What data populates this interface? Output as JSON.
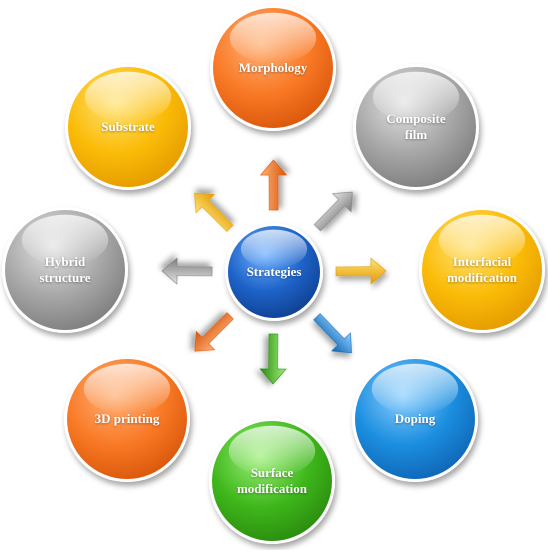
{
  "diagram": {
    "center": {
      "label": "Strategies",
      "color": "#1e63c8",
      "icon": "center-node"
    },
    "nodes": [
      {
        "id": "morphology",
        "label": "Morphology",
        "color": "orange",
        "arrow_color": "orange"
      },
      {
        "id": "composite-film",
        "label": "Composite\nfilm",
        "color": "gray",
        "arrow_color": "gray"
      },
      {
        "id": "interfacial-modification",
        "label": "Interfacial\nmodification",
        "color": "yellow",
        "arrow_color": "yellow"
      },
      {
        "id": "doping",
        "label": "Doping",
        "color": "blue",
        "arrow_color": "blue"
      },
      {
        "id": "surface-modification",
        "label": "Surface\nmodification",
        "color": "green",
        "arrow_color": "green"
      },
      {
        "id": "3d-printing",
        "label": "3D printing",
        "color": "orange",
        "arrow_color": "orange"
      },
      {
        "id": "hybrid-structure",
        "label": "Hybrid\nstructure",
        "color": "gray",
        "arrow_color": "gray"
      },
      {
        "id": "substrate",
        "label": "Substrate",
        "color": "yellow",
        "arrow_color": "yellow"
      }
    ],
    "palette": {
      "orange": {
        "light": "#ffb27a",
        "mid": "#f97a26",
        "dark": "#d9560a"
      },
      "gray": {
        "light": "#e4e4e4",
        "mid": "#a8a8a8",
        "dark": "#7d7d7d"
      },
      "yellow": {
        "light": "#ffe37a",
        "mid": "#fbbc08",
        "dark": "#e49a00"
      },
      "blue": {
        "light": "#8fd0ff",
        "mid": "#1c8fe0",
        "dark": "#0f64b4"
      },
      "green": {
        "light": "#9ef07a",
        "mid": "#3fb81c",
        "dark": "#2a8a0e"
      },
      "center": {
        "light": "#6fb2ff",
        "mid": "#1e63c8",
        "dark": "#0f3f90"
      }
    }
  }
}
